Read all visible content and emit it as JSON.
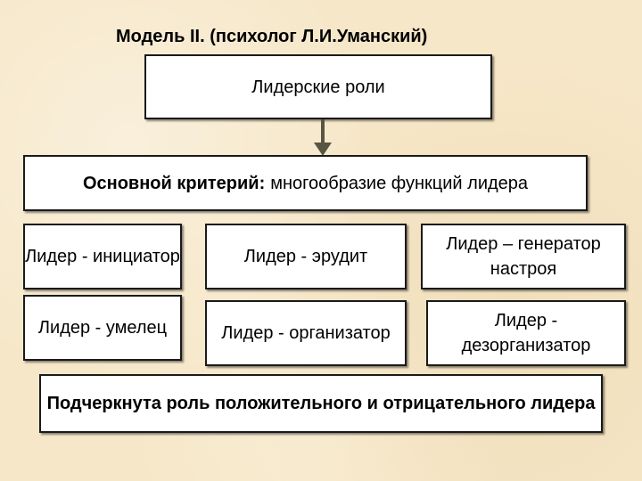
{
  "title": "Модель II. (психолог Л.И.Уманский)",
  "header_box": "Лидерские роли",
  "criterion": {
    "label": "Основной критерий:",
    "text": "многообразие функций лидера"
  },
  "roles": [
    "Лидер - инициатор",
    "Лидер - эрудит",
    "Лидер – генератор настроя",
    "Лидер - умелец",
    "Лидер - организатор",
    "Лидер - дезорганизатор"
  ],
  "footer": "Подчеркнута роль положительного и отрицательного лидера",
  "colors": {
    "arrow": "#5a5444",
    "background": "#f6e7c8"
  }
}
